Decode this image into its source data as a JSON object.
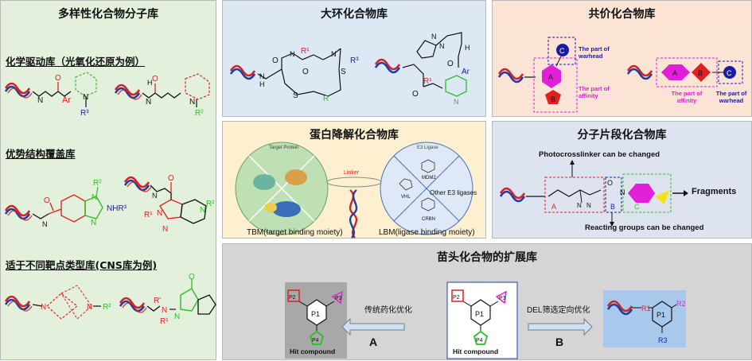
{
  "panels": {
    "diverse": {
      "title": "多样性化合物分子库",
      "sub1": "化学驱动库（光氧化还原为例）",
      "sub2": "优势结构覆盖库",
      "sub3": "适于不同靶点类型库(CNS库为例)"
    },
    "macrocycle": {
      "title": "大环化合物库"
    },
    "covalent": {
      "title": "共价化合物库",
      "warhead_label": "The part of warhead",
      "affinity_label": "The part of affinity"
    },
    "protac": {
      "title": "蛋白降解化合物库",
      "target_protein": "Target Protein",
      "e3_ligase": "E3 Ligase",
      "linker": "Linker",
      "vhl": "VHL",
      "mdm2": "MDM2",
      "crbn": "CRBN",
      "other_e3": "Other E3 ligases",
      "tbm": "TBM(target binding moiety)",
      "lbm": "LBM(ligase binding moiety)"
    },
    "fragment": {
      "title": "分子片段化合物库",
      "photocrosslinker": "Photocrosslinker can be changed",
      "reacting": "Reacting groups can be changed",
      "fragments": "Fragments"
    },
    "expansion": {
      "title": "苗头化合物的扩展库",
      "hit_compound": "Hit compound",
      "route_a_text": "传统药化优化",
      "route_b_text": "DEL筛选定向优化",
      "route_a": "A",
      "route_b": "B"
    }
  },
  "labels": {
    "p1": "P1",
    "p2": "P2",
    "p3": "P3",
    "p4": "P4",
    "r1": "R1",
    "r2": "R2",
    "r3": "R3",
    "a": "A",
    "b": "B",
    "c": "C",
    "n": "N",
    "o": "O",
    "h": "H",
    "s": "S",
    "r": "R",
    "ar": "Ar",
    "nhr3": "NHR³",
    "r1_sup": "R¹",
    "r2_sup": "R²",
    "r3_sup": "R³",
    "rprime": "R'"
  },
  "colors": {
    "diverse_bg": "#e3f1dc",
    "macro_bg": "#dde8f5",
    "covalent_bg": "#fbe3d6",
    "protac_bg": "#fdf0d0",
    "fragment_bg": "#dde3ef",
    "expansion_bg": "#d5d5d5",
    "dna_red": "#d2232a",
    "dna_blue": "#1f3f9e",
    "magenta": "#e020d8",
    "green": "#2dbd2d",
    "red": "#e02020",
    "navy": "#1c1ca0"
  }
}
